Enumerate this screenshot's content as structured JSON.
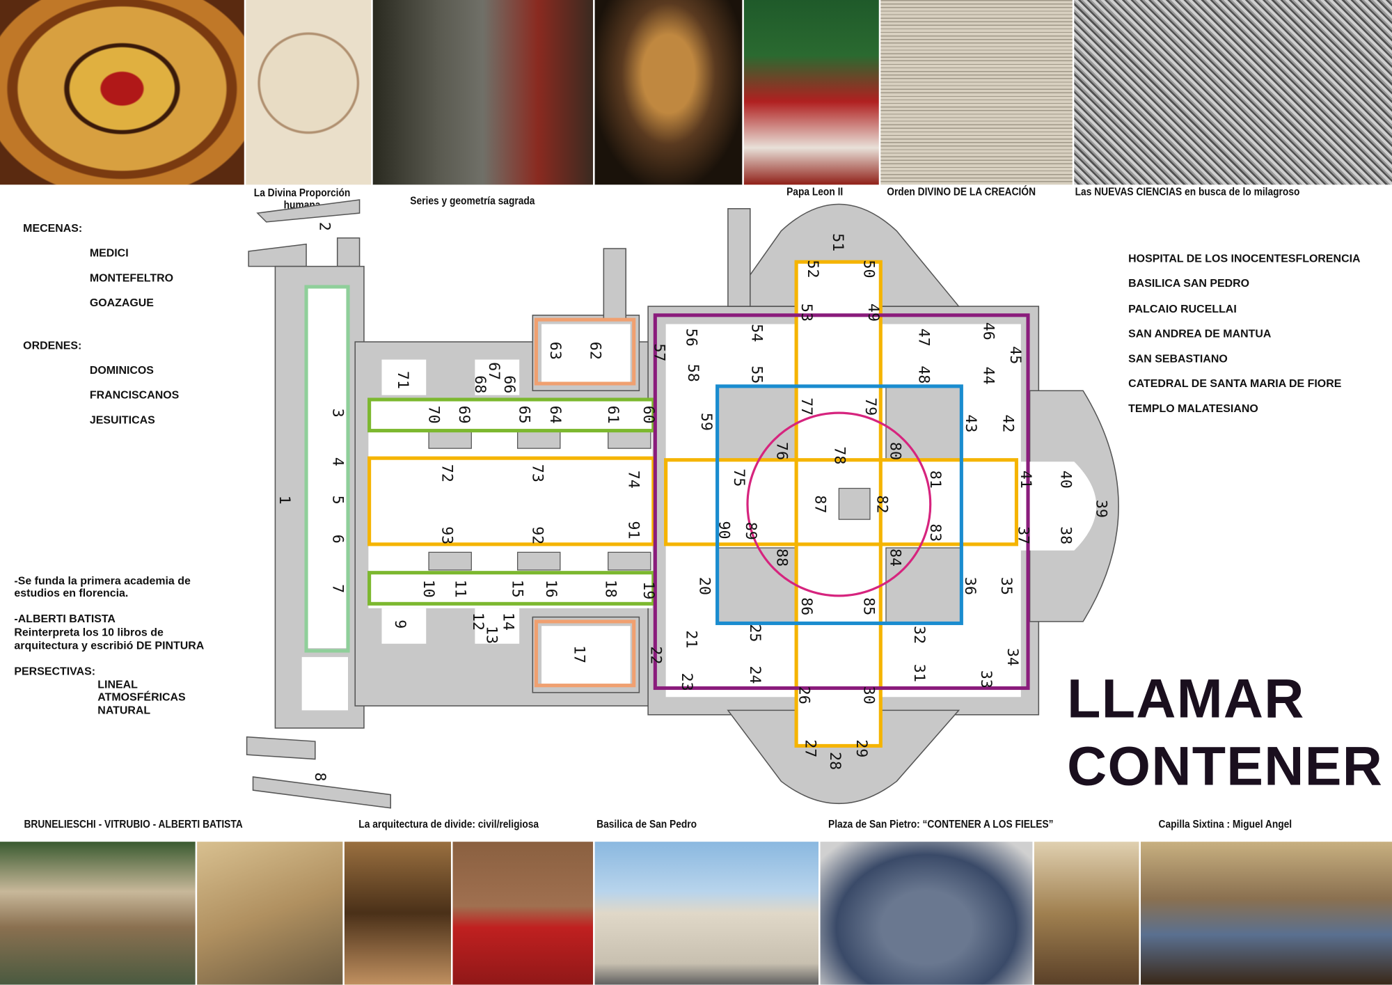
{
  "top_captions": [
    "La Divina Proporción humana",
    "Series y geometría sagrada",
    "Papa Leon II",
    "Orden DIVINO DE LA CREACIÓN",
    "Las NUEVAS CIENCIAS en busca de lo milagroso"
  ],
  "left": {
    "mecenas_title": "MECENAS:",
    "mecenas": [
      "MEDICI",
      "MONTEFELTRO",
      "GOAZAGUE"
    ],
    "ordenes_title": "ORDENES:",
    "ordenes": [
      "DOMINICOS",
      "FRANCISCANOS",
      "JESUITICAS"
    ],
    "note1_l1": "-Se funda la primera academia de",
    "note1_l2": "estudios en florencia.",
    "note2_l1": "-ALBERTI BATISTA",
    "note2_l2": "Reinterpreta los 10 libros de",
    "note2_l3": "arquitectura y escribió DE PINTURA",
    "persp_title": "PERSECTIVAS:",
    "persp": [
      "LINEAL",
      "ATMOSFÉRICAS",
      "NATURAL"
    ]
  },
  "right_list": [
    "HOSPITAL DE LOS INOCENTESFLORENCIA",
    "BASILICA SAN PEDRO",
    "PALCAIO RUCELLAI",
    "SAN ANDREA DE MANTUA",
    "SAN SEBASTIANO",
    "CATEDRAL DE SANTA MARIA DE FIORE",
    "TEMPLO MALATESIANO"
  ],
  "headline": [
    "LLAMAR",
    "CONTENER"
  ],
  "bottom_captions": [
    "BRUNELIESCHI - VITRUBIO - ALBERTI BATISTA",
    "La arquitectura de divide: civil/religiosa",
    "Basilica de San Pedro",
    "Plaza de San Pietro: “CONTENER A LOS FIELES”",
    "Capilla Sixtina : Miguel Angel"
  ],
  "plan_numbers": [
    "1",
    "2",
    "3",
    "4",
    "5",
    "6",
    "7",
    "8",
    "9",
    "10",
    "11",
    "12",
    "13",
    "14",
    "15",
    "16",
    "17",
    "18",
    "19",
    "20",
    "21",
    "22",
    "23",
    "24",
    "25",
    "26",
    "27",
    "28",
    "29",
    "30",
    "31",
    "32",
    "33",
    "34",
    "35",
    "36",
    "37",
    "38",
    "39",
    "40",
    "41",
    "42",
    "43",
    "44",
    "45",
    "46",
    "47",
    "48",
    "49",
    "50",
    "51",
    "52",
    "53",
    "54",
    "55",
    "56",
    "57",
    "58",
    "59",
    "60",
    "61",
    "62",
    "63",
    "64",
    "65",
    "66",
    "67",
    "68",
    "69",
    "70",
    "71",
    "72",
    "73",
    "74",
    "75",
    "76",
    "77",
    "78",
    "79",
    "80",
    "81",
    "82",
    "83",
    "84",
    "85",
    "86",
    "87",
    "88",
    "89",
    "90",
    "91",
    "92",
    "93"
  ],
  "colors": {
    "yellow": "#f5b400",
    "blue": "#1a8ccf",
    "magenta": "#d6247e",
    "purple": "#8a1c7c",
    "green": "#7cb82f",
    "lightgreen": "#8fcf9a",
    "salmon": "#f0a070",
    "plan_gray": "#c8c8c8"
  }
}
